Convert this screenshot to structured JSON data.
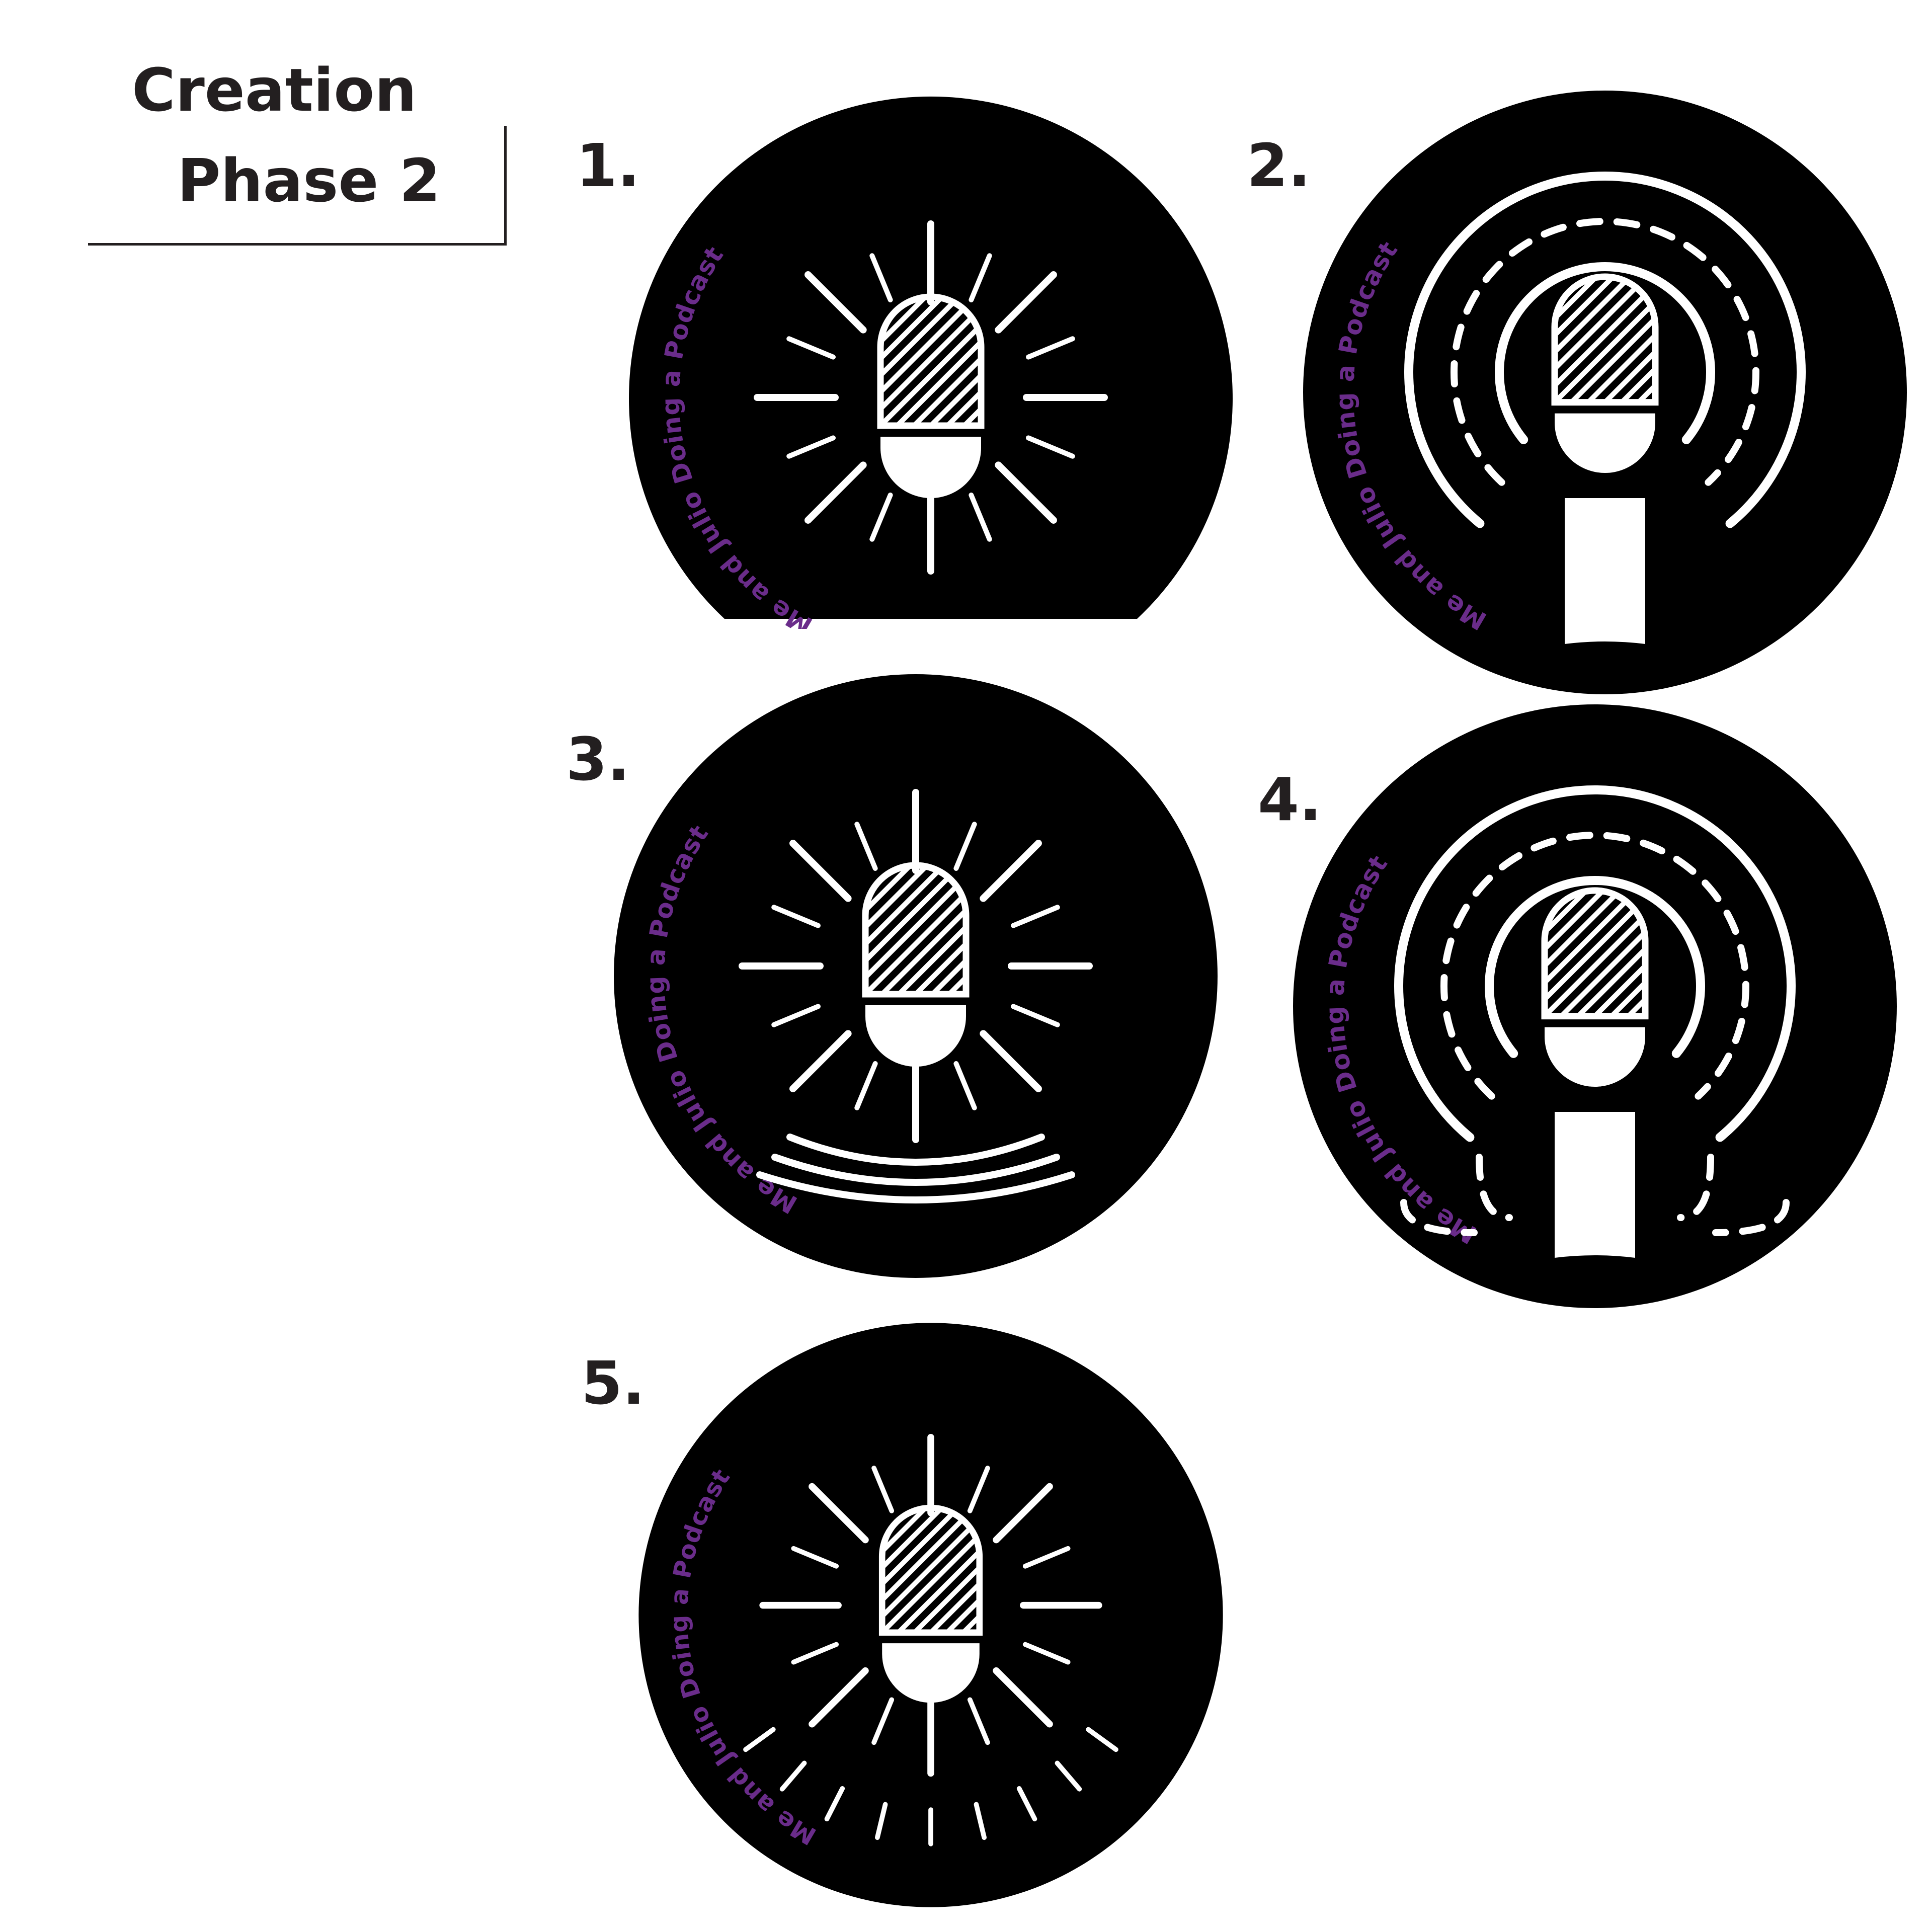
{
  "header": {
    "line1": "Creation",
    "line2": "Phase 2"
  },
  "badge_title": "Me and Julio Doing a Podcast",
  "numbers": [
    "1.",
    "2.",
    "3.",
    "4.",
    "5."
  ],
  "colors": {
    "badge": "#000000",
    "text_purple": "#6a2c8a",
    "ink": "#ffffff",
    "label": "#231f20"
  },
  "icons": [
    "microphone-icon",
    "radiating-lines",
    "sound-wave-rings"
  ]
}
